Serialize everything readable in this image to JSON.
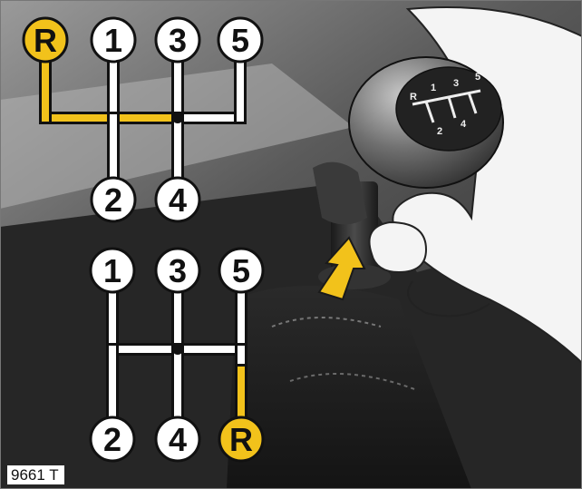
{
  "figure_label": "9661 T",
  "colors": {
    "highlight": "#f2c21b",
    "circle_fill": "#ffffff",
    "outline": "#111111",
    "background_dark": "#2a2a2a"
  },
  "patterns": [
    {
      "name": "reverse-left-upper",
      "top_gears": [
        "R",
        "1",
        "3",
        "5"
      ],
      "bottom_gears": [
        "2",
        "4"
      ],
      "highlighted_gear": "R"
    },
    {
      "name": "reverse-right-lower",
      "top_gears": [
        "1",
        "3",
        "5"
      ],
      "bottom_gears": [
        "2",
        "4",
        "R"
      ],
      "highlighted_gear": "R"
    }
  ],
  "knob_labels": [
    "R",
    "1",
    "3",
    "5",
    "2",
    "4"
  ],
  "arrow_direction": "up"
}
